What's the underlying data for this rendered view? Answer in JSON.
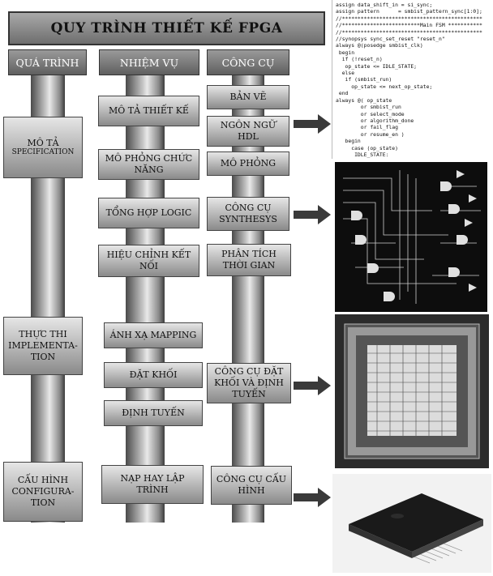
{
  "title": "QUY TRÌNH THIẾT KẾ FPGA",
  "headers": {
    "process": "QUÁ TRÌNH",
    "tasks": "NHIỆM VỤ",
    "tools": "CÔNG CỤ"
  },
  "process_steps": [
    {
      "line1": "MÔ TẢ",
      "line2": "SPECIFICATION"
    },
    {
      "line1": "THỰC THI",
      "line2": "IMPLEMENTA-",
      "line3": "TION"
    },
    {
      "line1": "CẤU HÌNH",
      "line2": "CONFIGURA-",
      "line3": "TION"
    }
  ],
  "tasks": [
    "MÔ TẢ THIẾT KẾ",
    "MÔ PHỎNG CHỨC NĂNG",
    "TỔNG HỢP LOGIC",
    "HIỆU CHỈNH KẾT NỐI",
    "ÁNH XẠ MAPPING",
    "ĐẶT KHỐI",
    "ĐỊNH TUYẾN",
    "NẠP HAY LẬP TRÌNH"
  ],
  "tools": [
    "BẢN VẼ",
    "NGÔN NGỮ HDL",
    "MÔ PHỎNG",
    "CÔNG CỤ SYNTHESYS",
    "PHÂN TÍCH THỜI GIAN",
    "CÔNG CỤ ĐẶT KHỐI VÀ ĐỊNH TUYẾN",
    "CÔNG CỤ CẤU HÌNH"
  ],
  "code_lines": [
    "assign data_shift_in = si_sync;",
    "assign pattern      = smbist_pattern_sync[1:0];",
    "",
    "//*********************************************",
    "//*************************Main FSM ***********",
    "//*********************************************",
    "",
    "//synopsys sync_set_reset \"reset_n\"",
    "",
    "always @(posedge smbist_clk)",
    " begin",
    "  if (!reset_n)",
    "   op_state <= IDLE_STATE;",
    "  else",
    "   if (smbist_run)",
    "     op_state <= next_op_state;",
    " end",
    "",
    "always @( op_state",
    "        or smbist_run",
    "        or select_mode",
    "        or algorithm_done",
    "        or fail_flag",
    "        or resume_en )",
    "   begin",
    "",
    "     case (op_state)",
    "      IDLE_STATE:"
  ],
  "colors": {
    "box_light": "#e6e6e6",
    "box_dark": "#6a6a6a",
    "arrow": "#3a3a3a"
  }
}
